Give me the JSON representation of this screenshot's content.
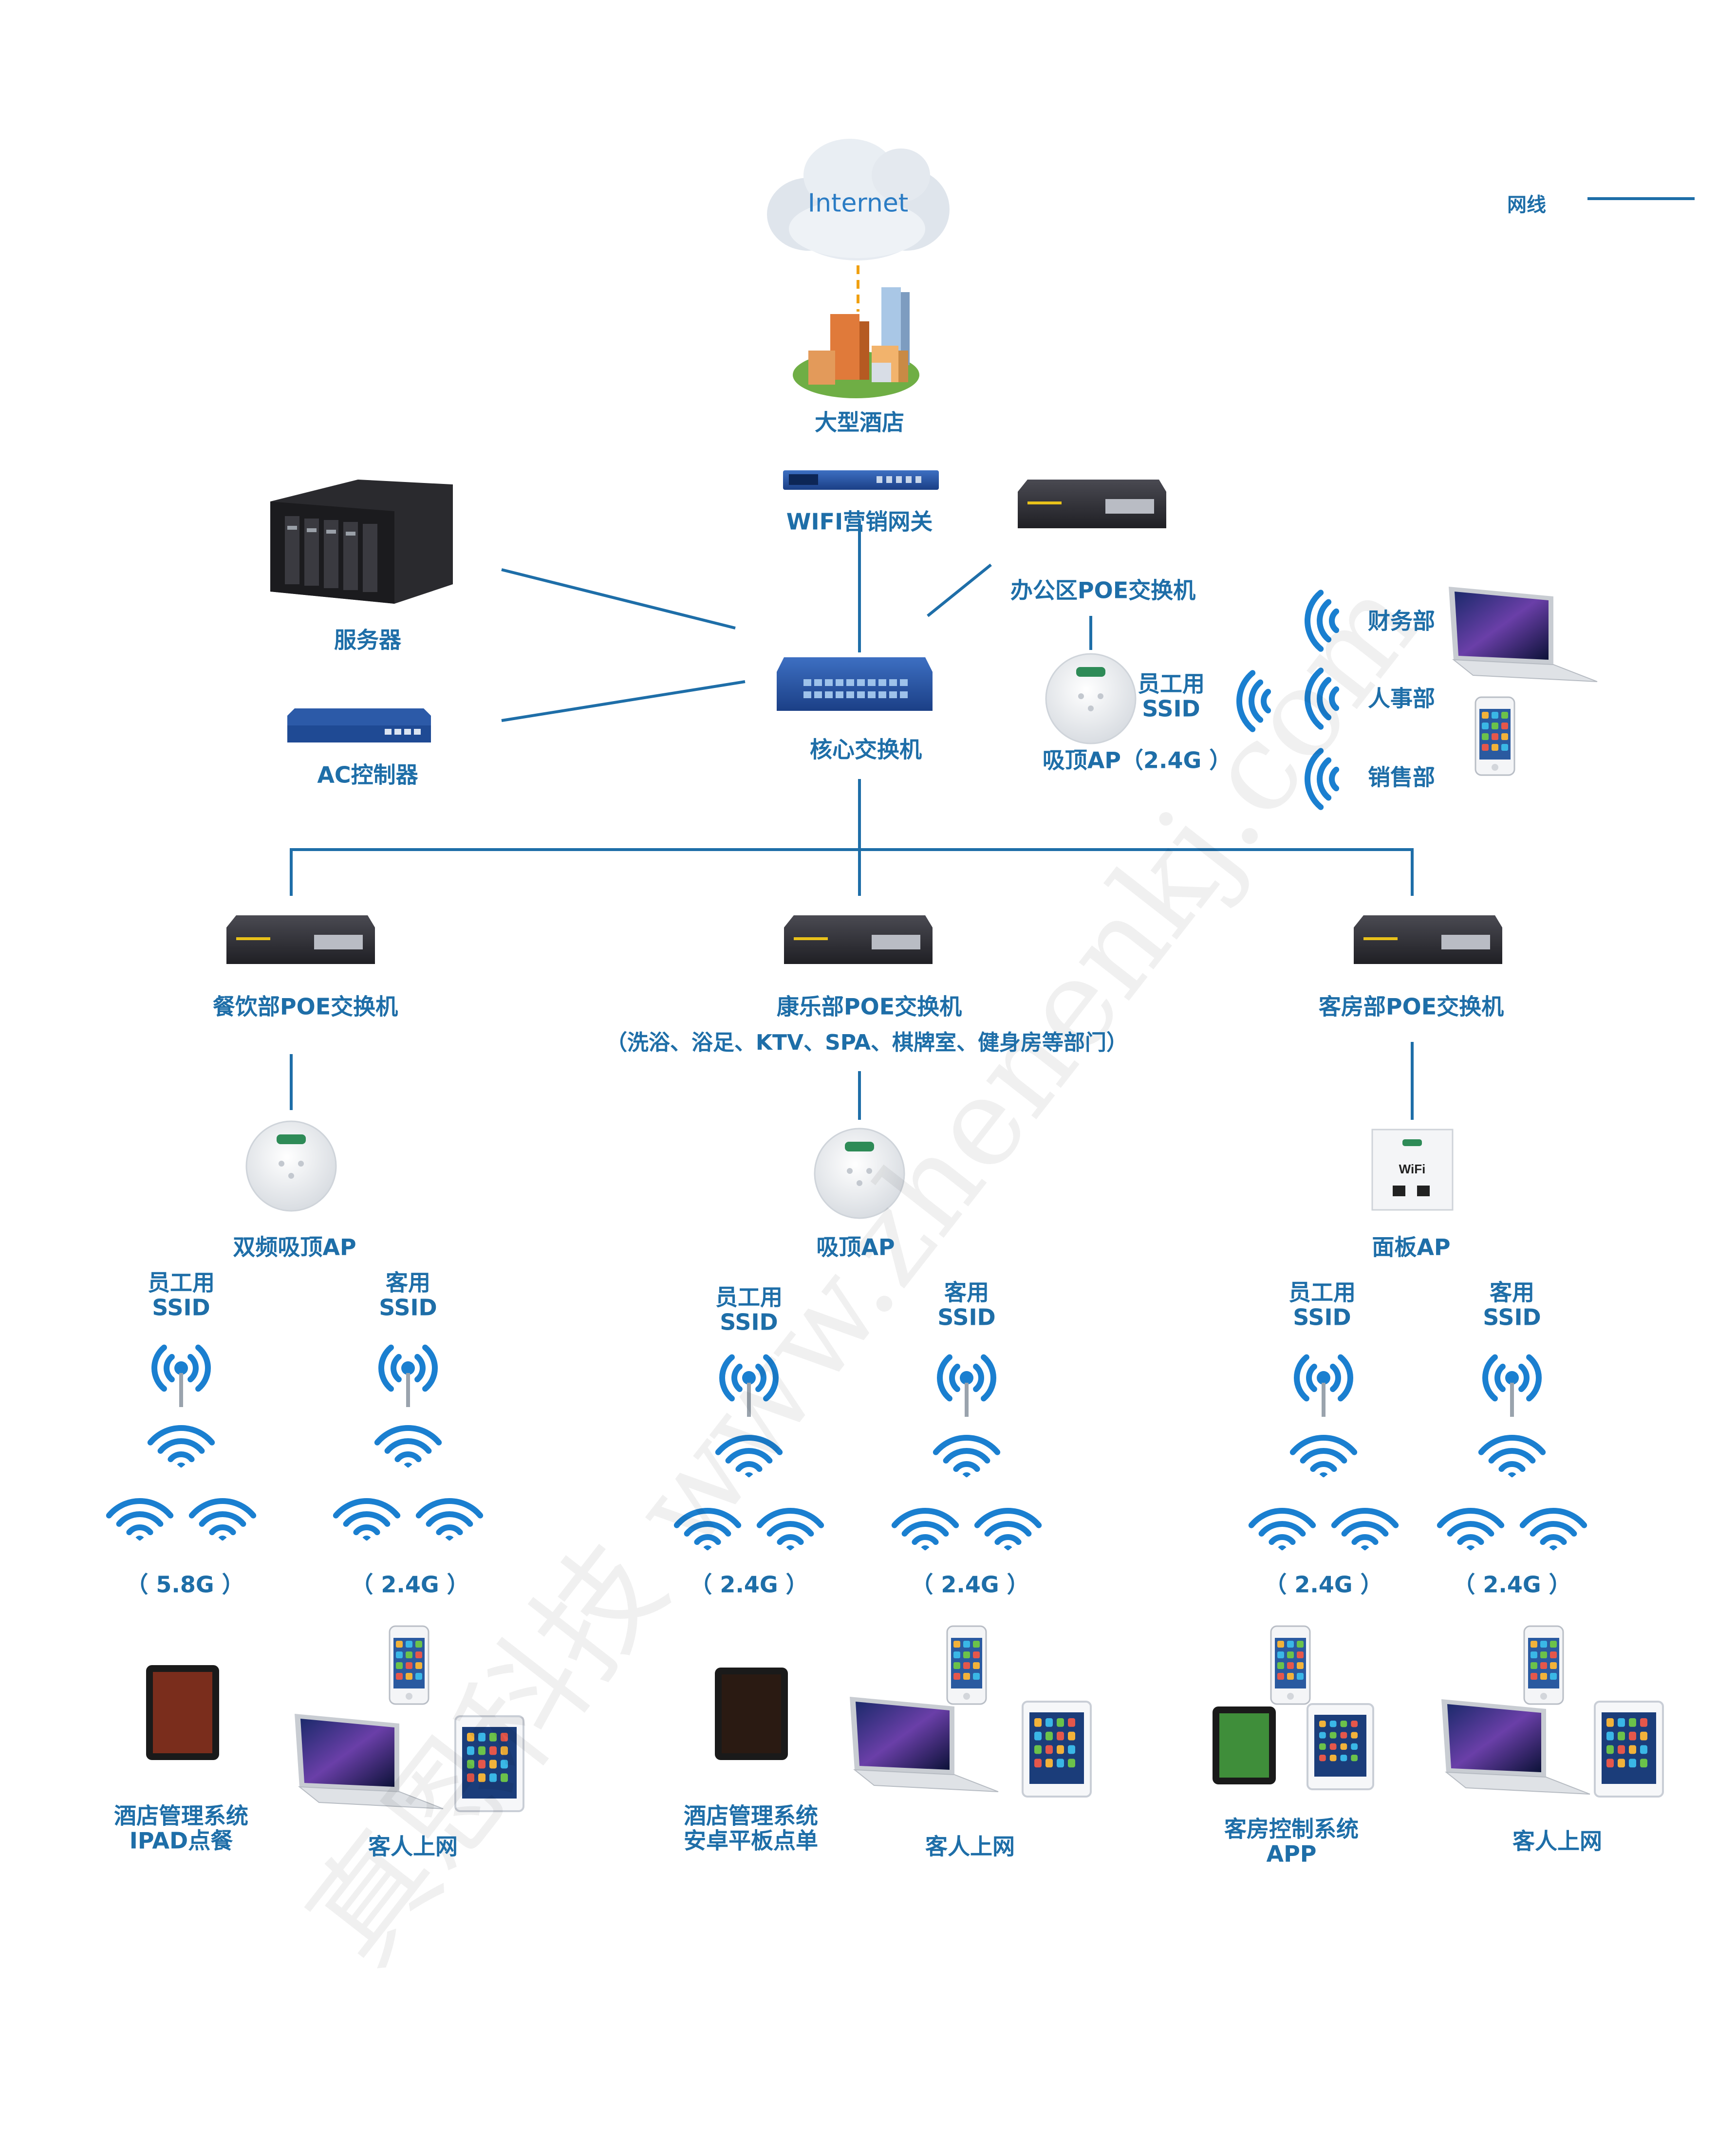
{
  "legend": {
    "label": "网线",
    "color": "#1e6ea8"
  },
  "colors": {
    "line": "#1e6ea8",
    "label": "#1e6ea8",
    "wifi": "#1a7fd0",
    "cloud": "#dfe6ee"
  },
  "labels": {
    "internet": "Internet",
    "hotel": "大型酒店",
    "gateway": "WIFI营销网关",
    "server": "服务器",
    "ac": "AC控制器",
    "core": "核心交换机",
    "office_switch": "办公区POE交换机",
    "office_ssid": "员工用\nSSID",
    "office_ap": "吸顶AP（2.4G ）",
    "dept_finance": "财务部",
    "dept_hr": "人事部",
    "dept_sales": "销售部",
    "sw_dining": "餐饮部POE交换机",
    "sw_ent": "康乐部POE交换机",
    "sw_ent_note": "（洗浴、浴足、KTV、SPA、棋牌室、健身房等部门）",
    "sw_room": "客房部POE交换机",
    "ap_dining": "双频吸顶AP",
    "ap_ent": "吸顶AP",
    "ap_room": "面板AP",
    "b1_ssid_a": "员工用\nSSID",
    "b1_ssid_b": "客用\nSSID",
    "b2_ssid_a": "员工用\nSSID",
    "b2_ssid_b": "客用\nSSID",
    "b3_ssid_a": "员工用\nSSID",
    "b3_ssid_b": "客用\nSSID",
    "b1_band_a": "（ 5.8G ）",
    "b1_band_b": "（ 2.4G ）",
    "b2_band_a": "（ 2.4G ）",
    "b2_band_b": "（ 2.4G ）",
    "b3_band_a": "（ 2.4G ）",
    "b3_band_b": "（ 2.4G ）",
    "b1_dev_a": "酒店管理系统\nIPAD点餐",
    "b1_dev_b": "客人上网",
    "b2_dev_a": "酒店管理系统\n安卓平板点单",
    "b2_dev_b": "客人上网",
    "b3_dev_a": "客房控制系统\nAPP",
    "b3_dev_b": "客人上网",
    "watermark": "真恩科技  www.zhenenkj.com"
  }
}
